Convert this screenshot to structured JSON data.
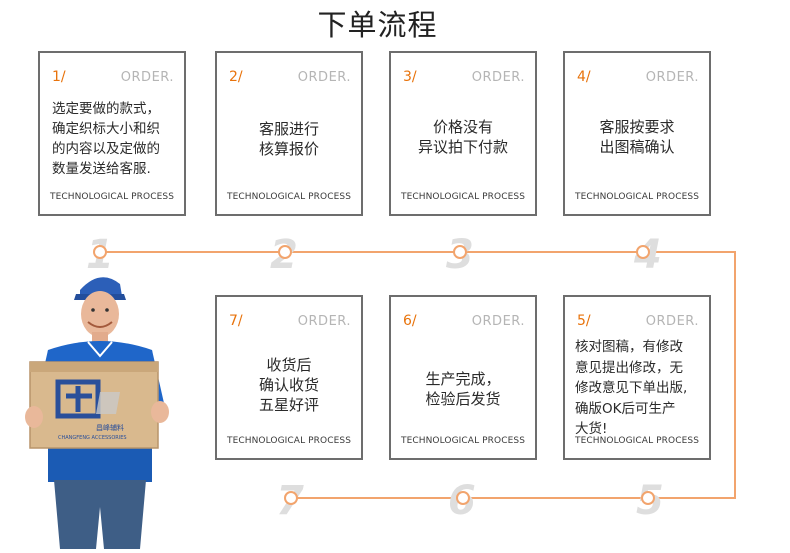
{
  "title": "下单流程",
  "cards": [
    {
      "num": "1/",
      "order": "ORDER.",
      "text": "选定要做的款式，\n确定织标大小和织\n的内容以及定做的\n数量发送给客服.",
      "foot": "TECHNOLOGICAL PROCESS"
    },
    {
      "num": "2/",
      "order": "ORDER.",
      "text": "客服进行\n核算报价",
      "foot": "TECHNOLOGICAL PROCESS"
    },
    {
      "num": "3/",
      "order": "ORDER.",
      "text": "价格没有\n异议拍下付款",
      "foot": "TECHNOLOGICAL PROCESS"
    },
    {
      "num": "4/",
      "order": "ORDER.",
      "text": "客服按要求\n出图稿确认",
      "foot": "TECHNOLOGICAL PROCESS"
    },
    {
      "num": "5/",
      "order": "ORDER.",
      "text": "核对图稿，有修改\n意见提出修改，无\n修改意见下单出版,\n确版OK后可生产\n大货!",
      "foot": "TECHNOLOGICAL PROCESS"
    },
    {
      "num": "6/",
      "order": "ORDER.",
      "text": "生产完成，\n检验后发货",
      "foot": "TECHNOLOGICAL PROCESS"
    },
    {
      "num": "7/",
      "order": "ORDER.",
      "text": "收货后\n确认收货\n五星好评",
      "foot": "TECHNOLOGICAL PROCESS"
    }
  ],
  "steps": [
    "1",
    "2",
    "3",
    "4",
    "5",
    "6",
    "7"
  ],
  "box_brand": {
    "name": "昌峰辅料",
    "sub": "CHANGFENG ACCESSORIES"
  },
  "colors": {
    "accent": "#e8730c",
    "line": "#f2a46d",
    "border": "#6d6d6d",
    "shirt": "#1f66c9"
  }
}
